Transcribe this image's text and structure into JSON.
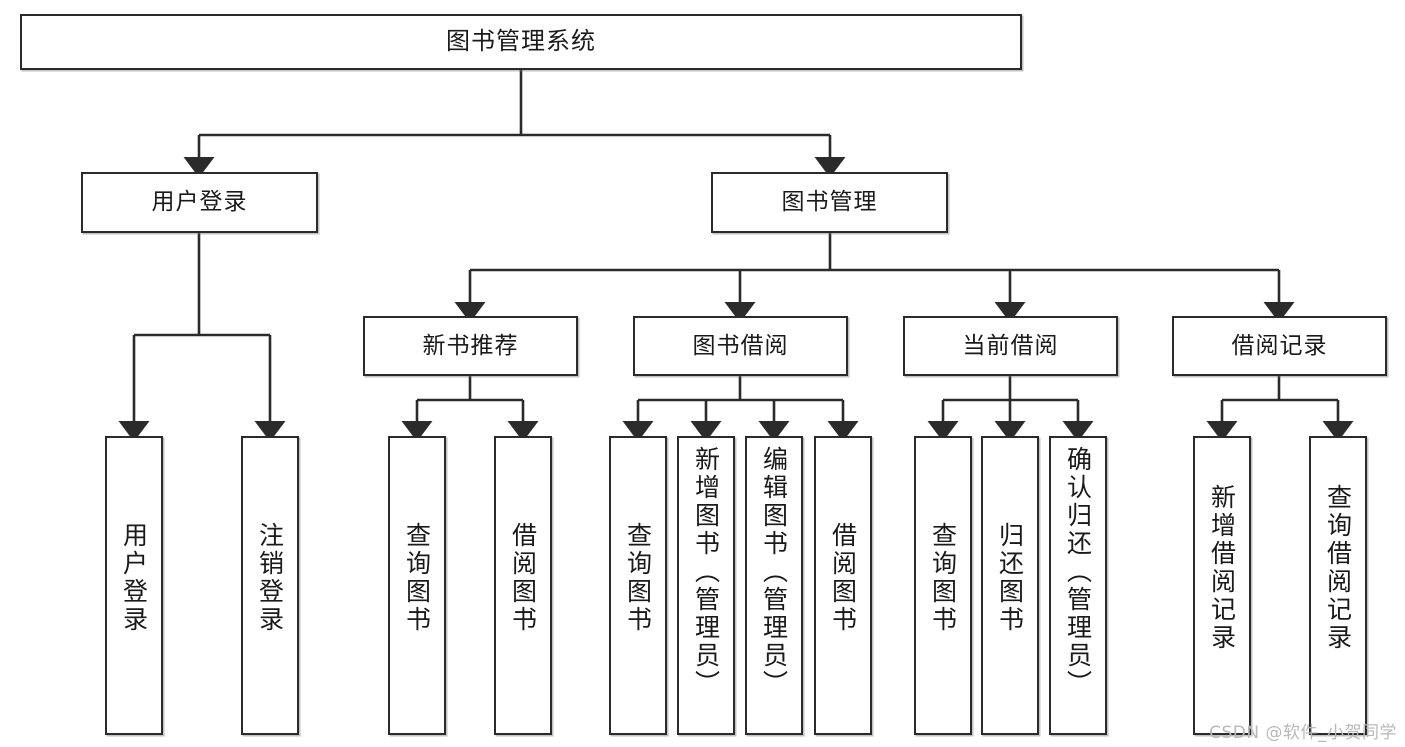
{
  "diagram": {
    "type": "tree-hierarchy-chart",
    "title_box": {
      "label": "图书管理系统"
    },
    "level2": [
      {
        "id": "user-login",
        "label": "用户登录"
      },
      {
        "id": "book-management",
        "label": "图书管理"
      }
    ],
    "level3": [
      {
        "id": "new-book-recommend",
        "label": "新书推荐"
      },
      {
        "id": "book-borrow",
        "label": "图书借阅"
      },
      {
        "id": "current-borrow",
        "label": "当前借阅"
      },
      {
        "id": "borrow-record",
        "label": "借阅记录"
      }
    ],
    "leaves": {
      "user_login": [
        {
          "id": "leaf-user-login",
          "label": "用户登录"
        },
        {
          "id": "leaf-logout-login",
          "label": "注销登录"
        }
      ],
      "new_book_recommend": [
        {
          "id": "leaf-query-book-1",
          "label": "查询图书"
        },
        {
          "id": "leaf-borrow-book-1",
          "label": "借阅图书"
        }
      ],
      "book_borrow": [
        {
          "id": "leaf-query-book-2",
          "label": "查询图书"
        },
        {
          "id": "leaf-add-book",
          "label": "新增图书（管理员）"
        },
        {
          "id": "leaf-edit-book",
          "label": "编辑图书（管理员）"
        },
        {
          "id": "leaf-borrow-book-2",
          "label": "借阅图书"
        }
      ],
      "current_borrow": [
        {
          "id": "leaf-query-book-3",
          "label": "查询图书"
        },
        {
          "id": "leaf-return-book",
          "label": "归还图书"
        },
        {
          "id": "leaf-confirm-return",
          "label": "确认归还（管理员）"
        }
      ],
      "borrow_record": [
        {
          "id": "leaf-add-record",
          "label": "新增借阅记录"
        },
        {
          "id": "leaf-query-record",
          "label": "查询借阅记录"
        }
      ]
    }
  },
  "watermark": {
    "text": "CSDN @软件_小贺同学"
  },
  "colors": {
    "stroke": "#2b2b2b",
    "fill": "#ffffff",
    "text": "#1a1a1a",
    "watermark": "#b9b9b9"
  }
}
